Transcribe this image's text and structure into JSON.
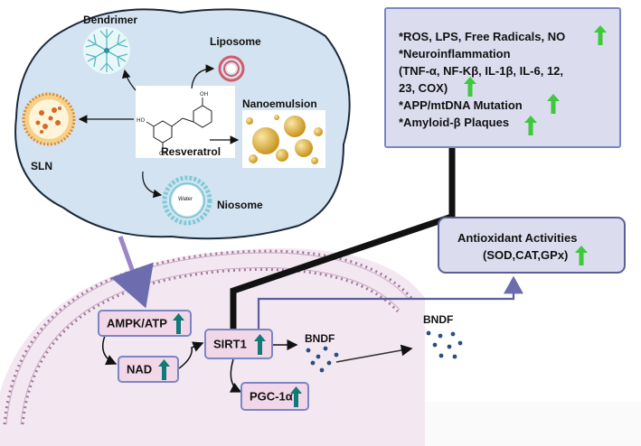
{
  "colors": {
    "cell_membrane": "#a0789a",
    "cell_interior": "#f3e8f1",
    "nanocarrier_cloud": "#d3e3f1",
    "box_fill": "#f1d7e8",
    "box_border": "#7b86c4",
    "effects_fill": "#dcdcef",
    "teal_arrow": "#0f7a78",
    "green_arrow": "#3ec93b",
    "path_line": "#5c5c9e",
    "thick_line": "#111111",
    "bndf_dots": "#2b4d86"
  },
  "nanocarriers": {
    "dendrimer": "Dendrimer",
    "liposome": "Liposome",
    "nanoemulsion": "Nanoemulsion",
    "sln": "SLN",
    "niosome": "Niosome",
    "niosome_core": "Water",
    "resveratrol": "Resveratrol",
    "oh_top": "OH",
    "oh_left": "HO",
    "oh_bottom": "OH"
  },
  "effects": {
    "line1": "*ROS, LPS, Free Radicals, NO",
    "line2": "*Neuroinflammation",
    "line3": "(TNF-α, NF-Kβ, IL-1β, IL-6, 12,",
    "line4": "23, COX)",
    "line5": "*APP/mtDNA Mutation",
    "line6": "*Amyloid-β Plaques"
  },
  "antioxidant": {
    "title": "Antioxidant Activities",
    "enzymes": "(SOD,CAT,GPx)"
  },
  "pathway": {
    "ampk": "AMPK/ATP",
    "nad": "NAD",
    "sirt1": "SIRT1",
    "pgc": "PGC-1α",
    "bndf_near": "BNDF",
    "bndf_far": "BNDF"
  }
}
